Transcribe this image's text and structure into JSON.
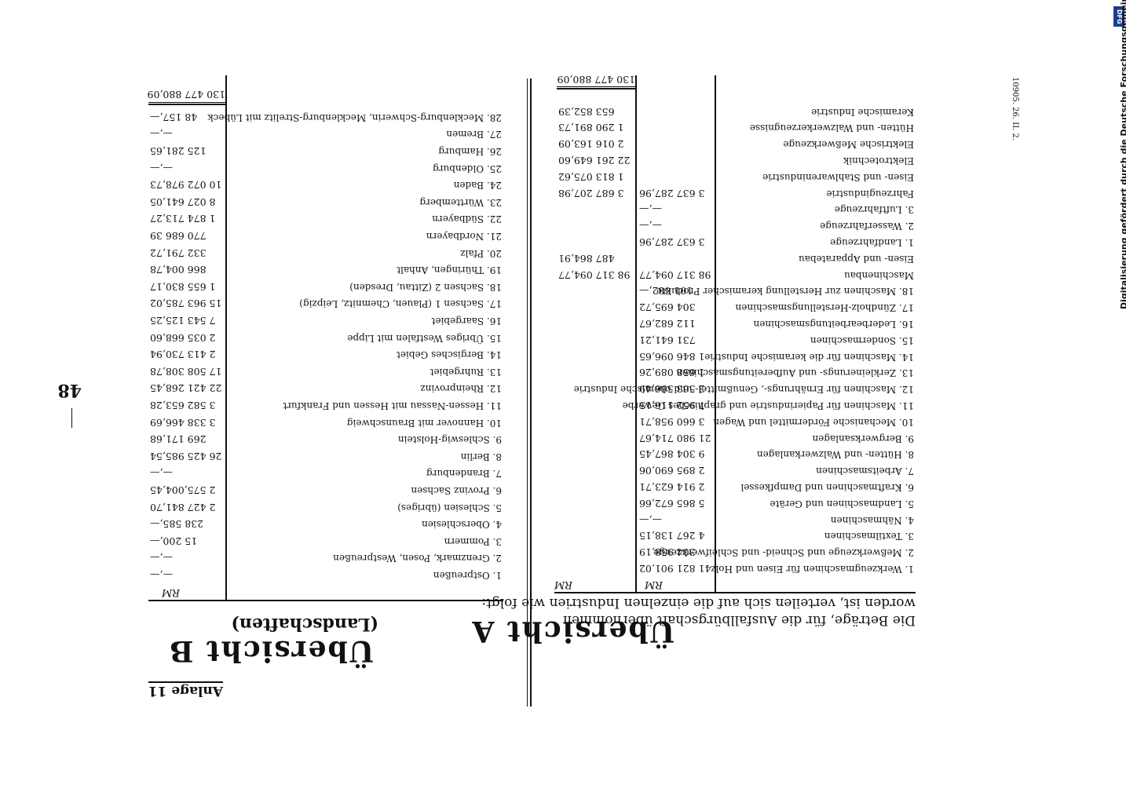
{
  "page": {
    "number": "48",
    "appendix": "Anlage 11"
  },
  "overview_a": {
    "title": "Übersicht A",
    "intro_line1": "Die Beträge, für die Ausfallbürgschaft übernommen",
    "intro_line2": "worden ist, verteilen sich auf die einzelnen Industrien wie folgt:",
    "col_header_1": "RM",
    "col_header_2": "RM",
    "rows": [
      {
        "label": "1. Werkzeugmaschinen für Eisen und Holz",
        "value": "41 821 901,02"
      },
      {
        "label": "2. Meßwerkzeuge und Schneid- und Schleifwerkzeuge",
        "value": "304 958,19"
      },
      {
        "label": "3. Textilmaschinen",
        "value": "4 267 138,15"
      },
      {
        "label": "4. Nähmaschinen",
        "value": "—,—"
      },
      {
        "label": "5. Landmaschinen und Geräte",
        "value": "5 865 672,66"
      },
      {
        "label": "6. Kraftmaschinen und Dampfkessel",
        "value": "2 914 623,71"
      },
      {
        "label": "7. Arbeitsmaschinen",
        "value": "2 895 690,06"
      },
      {
        "label": "8. Hütten- und Walzwerkanlagen",
        "value": "9 304 867,45"
      },
      {
        "label": "9. Bergwerksanlagen",
        "value": "21 980 714,67"
      },
      {
        "label": "10. Mechanische Fördermittel und Wagen",
        "value": "3 660 958,71"
      },
      {
        "label": "11. Maschinen für Papierindustrie und graphisches Gewerbe",
        "value": "7 952 116,15"
      },
      {
        "label": "12. Maschinen für Ernährungs-, Genußmittel- und chemische Industrie",
        "value": "2 563 566,49"
      },
      {
        "label": "13. Zerkleinerungs- und Aufbereitungsmaschinen",
        "value": "1 658 089,26"
      },
      {
        "label": "14. Maschinen für die keramische Industrie",
        "value": "1 846 096,65"
      },
      {
        "label": "15. Sondermaschinen",
        "value": "731 641,21"
      },
      {
        "label": "16. Lederbearbeitungsmaschinen",
        "value": "112 682,67"
      },
      {
        "label": "17. Zündholz-Herstellungsmaschinen",
        "value": "304 695,72"
      },
      {
        "label": "18. Maschinen zur Herstellung keramischer Produkte",
        "value": "101 682,—"
      },
      {
        "label": "Maschinenbau",
        "value": "98 317 094,77",
        "total": "98 317 094,77"
      },
      {
        "label": "Eisen- und Apparatebau",
        "total": "487 864,91"
      },
      {
        "label": "1. Landfahrzeuge",
        "value": "3 637 287,96"
      },
      {
        "label": "2. Wasserfahrzeuge",
        "value": "—,—"
      },
      {
        "label": "3. Luftfahrzeuge",
        "value": "—,—"
      },
      {
        "label": "Fahrzeugindustrie",
        "value": "3 637 287,96",
        "total": "3 687 207,98"
      },
      {
        "label": "Eisen- und Stahlwarenindustrie",
        "total": "1 813 075,62"
      },
      {
        "label": "Elektrotechnik",
        "total": "22 261 649,60"
      },
      {
        "label": "Elektrische Meßwerkzeuge",
        "total": "2 016 163,09"
      },
      {
        "label": "Hütten- und Walzwerkerzeugnisse",
        "total": "1 290 891,73"
      },
      {
        "label": "Keramische Industrie",
        "total": "653 852,39"
      }
    ],
    "grand_total": "130 477 880,09"
  },
  "overview_b": {
    "title": "Übersicht B",
    "subtitle": "(Landschaften)",
    "col_header": "RM",
    "rows": [
      {
        "label": "1. Ostpreußen",
        "value": "—,—"
      },
      {
        "label": "2. Grenzmark, Posen, Westpreußen",
        "value": "—,—"
      },
      {
        "label": "3. Pommern",
        "value": "15 200,—"
      },
      {
        "label": "4. Oberschlesien",
        "value": "238 585,—"
      },
      {
        "label": "5. Schlesien (übriges)",
        "value": "2 427 841,70"
      },
      {
        "label": "6. Provinz Sachsen",
        "value": "2 575,004,45"
      },
      {
        "label": "7. Brandenburg",
        "value": "—,—"
      },
      {
        "label": "8. Berlin",
        "value": "26 425 985,54"
      },
      {
        "label": "9. Schleswig-Holstein",
        "value": "269 171,68"
      },
      {
        "label": "10. Hannover mit Braunschweig",
        "value": "3 338 466,69"
      },
      {
        "label": "11. Hessen-Nassau mit Hessen und Frankfurt",
        "value": "3 582 653,28"
      },
      {
        "label": "12. Rheinprovinz",
        "value": "22 421 268,45"
      },
      {
        "label": "13. Ruhrgebiet",
        "value": "17 508 308,78"
      },
      {
        "label": "14. Bergisches Gebiet",
        "value": "2 413 730,94"
      },
      {
        "label": "15. Übriges Westfalen mit Lippe",
        "value": "2 035 668,60"
      },
      {
        "label": "16. Saargebiet",
        "value": "7 543 125,25"
      },
      {
        "label": "17. Sachsen 1 (Plauen, Chemnitz, Leipzig)",
        "value": "15 963 785,02"
      },
      {
        "label": "18. Sachsen 2 (Zittau, Dresden)",
        "value": "1 655 830,17"
      },
      {
        "label": "19. Thüringen, Anhalt",
        "value": "866 004,78"
      },
      {
        "label": "20. Pfalz",
        "value": "332 791,72"
      },
      {
        "label": "21. Nordbayern",
        "value": "770 686 39"
      },
      {
        "label": "22. Südbayern",
        "value": "1 874 713,27"
      },
      {
        "label": "23. Württemberg",
        "value": "8 027 641,05"
      },
      {
        "label": "24. Baden",
        "value": "10 072 978,73"
      },
      {
        "label": "25. Oldenburg",
        "value": "—,—"
      },
      {
        "label": "26. Hamburg",
        "value": "125 281,65"
      },
      {
        "label": "27. Bremen",
        "value": "—,—"
      },
      {
        "label": "28. Mecklenburg-Schwerin, Mecklenburg-Strelitz mit Lübeck",
        "value": "48 157,—"
      }
    ],
    "grand_total": "130 477 880,09"
  },
  "margin": {
    "stamp": "10905. 26. II. 2.",
    "dfg_badge": "DFG",
    "digitization_note": "Digitalisierung gefördert durch die Deutsche Forschungsgemeinschaft"
  }
}
